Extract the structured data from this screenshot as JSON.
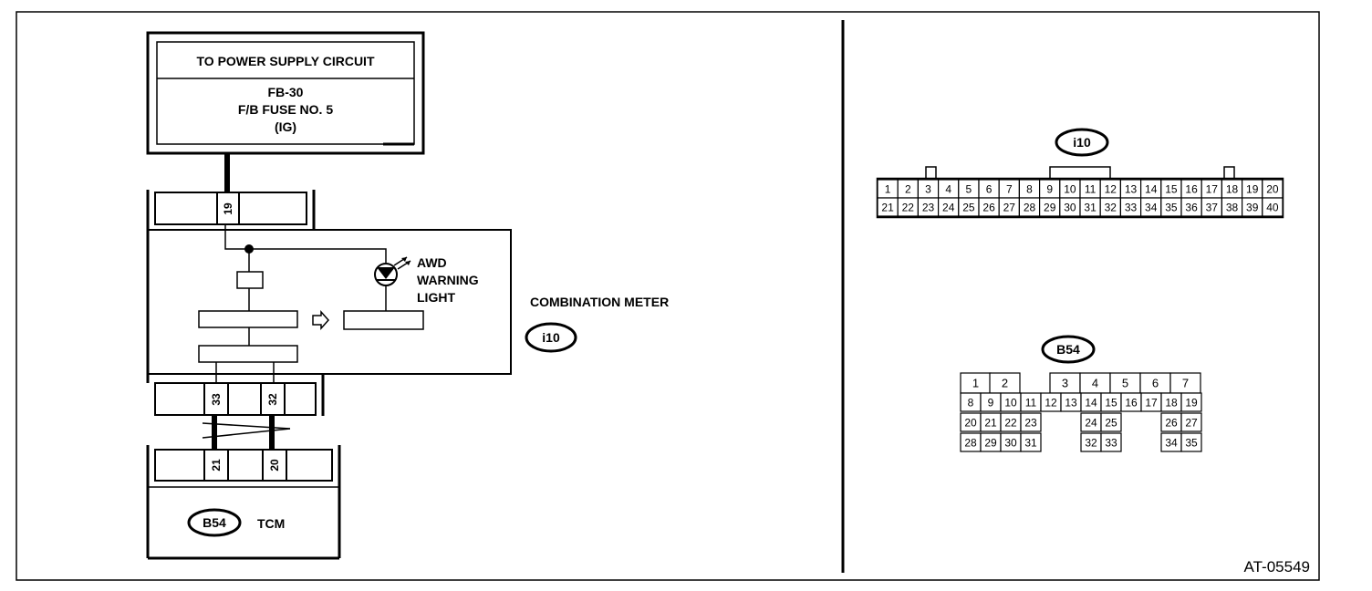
{
  "diagram": {
    "power_supply_label": "TO POWER SUPPLY CIRCUIT",
    "fuse_lines": [
      "FB-30",
      "F/B FUSE NO. 5",
      "(IG)"
    ],
    "terminal_top": "19",
    "warning_light_lines": [
      "AWD",
      "WARNING",
      "LIGHT"
    ],
    "meter_name": "COMBINATION METER",
    "meter_connector": "i10",
    "meter_terminals": [
      "33",
      "32"
    ],
    "tcm_terminals": [
      "21",
      "20"
    ],
    "tcm_connector": "B54",
    "tcm_name": "TCM",
    "figure_code": "AT-05549"
  },
  "connector_i10": {
    "label": "i10",
    "row1": [
      "1",
      "2",
      "3",
      "4",
      "5",
      "6",
      "7",
      "8",
      "9",
      "10",
      "11",
      "12",
      "13",
      "14",
      "15",
      "16",
      "17",
      "18",
      "19",
      "20"
    ],
    "row2": [
      "21",
      "22",
      "23",
      "24",
      "25",
      "26",
      "27",
      "28",
      "29",
      "30",
      "31",
      "32",
      "33",
      "34",
      "35",
      "36",
      "37",
      "38",
      "39",
      "40"
    ]
  },
  "connector_b54": {
    "label": "B54",
    "top_row": [
      "1",
      "2",
      "3",
      "4",
      "5",
      "6",
      "7"
    ],
    "row2": [
      "8",
      "9",
      "10",
      "11",
      "12",
      "13",
      "14",
      "15",
      "16",
      "17",
      "18",
      "19"
    ],
    "row3": [
      "20",
      "21",
      "22",
      "23",
      "24",
      "25",
      "26",
      "27"
    ],
    "row4": [
      "28",
      "29",
      "30",
      "31",
      "32",
      "33",
      "34",
      "35"
    ]
  }
}
